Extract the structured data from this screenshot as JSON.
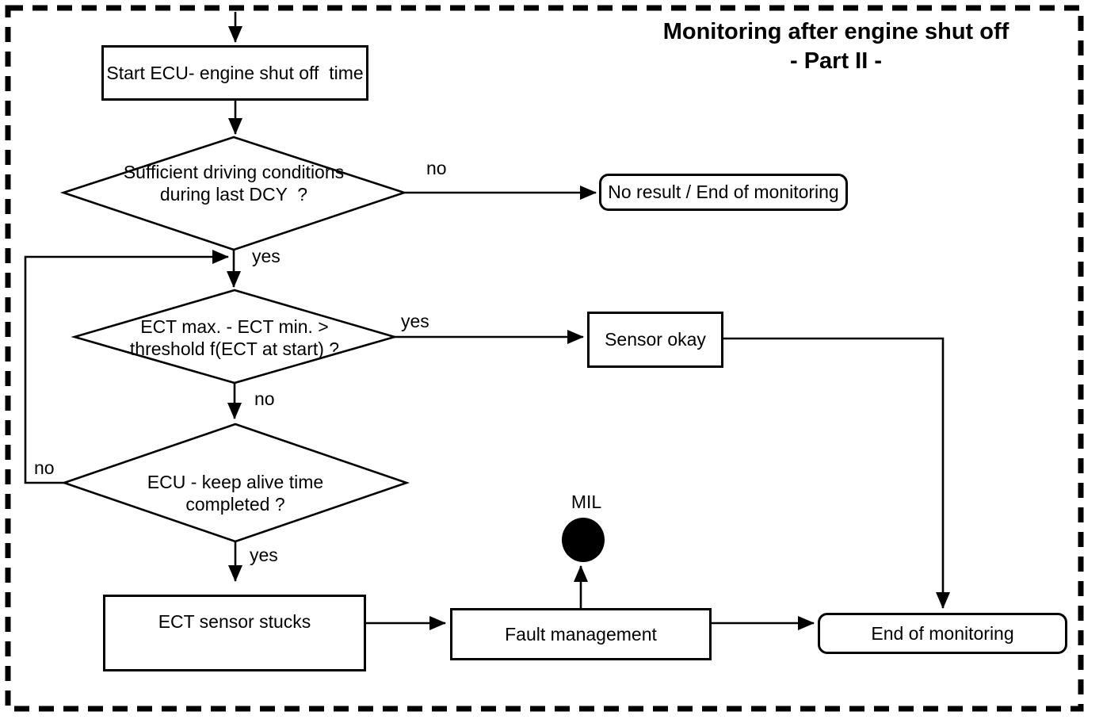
{
  "title": {
    "line1": "Monitoring after engine shut off",
    "line2": "- Part II -"
  },
  "nodes": {
    "start": {
      "type": "process",
      "label": "Start ECU- engine shut off  time"
    },
    "d1": {
      "type": "decision",
      "label": "Sufficient driving conditions\nduring last DCY  ?"
    },
    "no_result": {
      "type": "terminator",
      "label": "No result / End of monitoring"
    },
    "d2": {
      "type": "decision",
      "label": "ECT max. - ECT min. >\nthreshold f(ECT at start) ?"
    },
    "sensor_okay": {
      "type": "process",
      "label": "Sensor okay"
    },
    "d3": {
      "type": "decision",
      "label": "ECU - keep alive time\ncompleted ?"
    },
    "ect_stuck": {
      "type": "process",
      "label": "ECT sensor stucks"
    },
    "fault": {
      "type": "process",
      "label": "Fault management"
    },
    "mil": {
      "type": "indicator",
      "label": "MIL"
    },
    "end": {
      "type": "terminator",
      "label": "End of monitoring"
    }
  },
  "edges": {
    "d1_no": "no",
    "d1_yes": "yes",
    "d2_yes": "yes",
    "d2_no": "no",
    "d3_no": "no",
    "d3_yes": "yes"
  },
  "colors": {
    "stroke": "#000000",
    "background": "#ffffff"
  }
}
